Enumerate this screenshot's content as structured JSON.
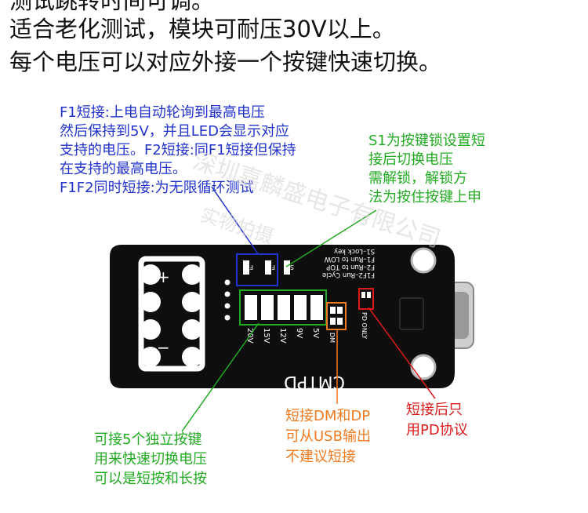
{
  "header": {
    "line1": "测试跳转时间可调。",
    "line2": "适合老化测试，模块可耐压30V以上。",
    "line3": "每个电压可以对应外接一个按键快速切换。"
  },
  "notes": {
    "f1": [
      "F1短接:上电自动轮询到最高电压",
      "然后保持到5V，并且LED会显示对应",
      "支持的电压。F2短接:同F1短接但保持",
      "在支持的最高电压。",
      "F1F2同时短接:为无限循环测试"
    ],
    "s1": [
      "S1为按键锁设置短",
      "接后切换电压",
      "需解锁，解锁方",
      "法为按住按键上申"
    ],
    "keys": [
      "可接5个独立按键",
      "用来快速切换电压",
      "可以是短按和长按"
    ],
    "dm": [
      "短接DM和DP",
      "可从USB输出",
      "不建议短接"
    ],
    "pd": [
      "短接后只",
      "用PD协议"
    ]
  },
  "board": {
    "silk_top": [
      "F1F2–Run Cycle",
      "F2–Run to TOP",
      "F1–Run to LOW",
      "S1–Lock key"
    ],
    "pad_labels": [
      "F2",
      "F1",
      "S1"
    ],
    "voltages": [
      "20V",
      "15V",
      "12V",
      "9V",
      "5V"
    ],
    "dm_label": "DM",
    "pd_only": "PD ONLY",
    "brand": "CMTPD",
    "plus": "+",
    "minus": "−"
  },
  "watermark": {
    "lines": [
      "深圳嘉麟盛电子有限公司",
      "实物拍摄"
    ]
  },
  "colors": {
    "blue_note": "#2233cc",
    "green_note": "#22aa22",
    "orange_note": "#f07a20",
    "red_note": "#dd1a1a",
    "pcb": "#0e0e0e"
  }
}
